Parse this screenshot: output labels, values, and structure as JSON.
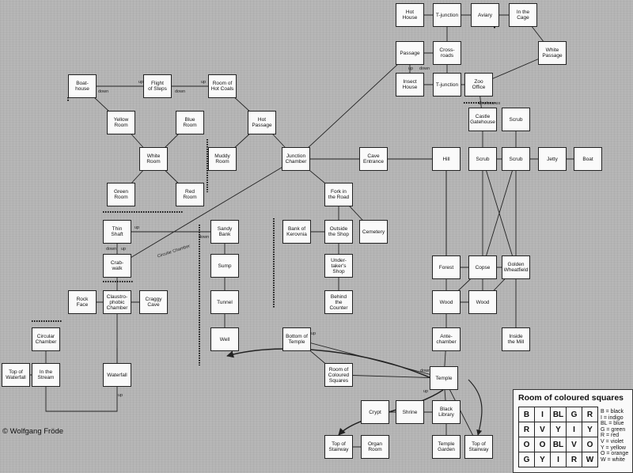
{
  "rooms": [
    {
      "id": "hot-house",
      "label": "Hot\nHouse"
    },
    {
      "id": "t-junction-top",
      "label": "T-junction"
    },
    {
      "id": "aviary",
      "label": "Aviary"
    },
    {
      "id": "in-the-cage",
      "label": "In the\nCage"
    },
    {
      "id": "passage",
      "label": "Passage"
    },
    {
      "id": "crossroads",
      "label": "Cross-\nroads"
    },
    {
      "id": "white-passage",
      "label": "White\nPassage"
    },
    {
      "id": "insect-house",
      "label": "Insect\nHouse"
    },
    {
      "id": "t-junction-mid",
      "label": "T-junction"
    },
    {
      "id": "zoo-office",
      "label": "Zoo\nOffice"
    },
    {
      "id": "boathouse",
      "label": "Boat-\nhouse"
    },
    {
      "id": "flight-of-steps",
      "label": "Flight\nof Steps"
    },
    {
      "id": "room-of-hot-coals",
      "label": "Room of\nHot Coals"
    },
    {
      "id": "yellow-room",
      "label": "Yellow\nRoom"
    },
    {
      "id": "blue-room",
      "label": "Blue\nRoom"
    },
    {
      "id": "hot-passage",
      "label": "Hot\nPassage"
    },
    {
      "id": "castle-gatehouse",
      "label": "Castle\nGatehouse"
    },
    {
      "id": "scrub-top",
      "label": "Scrub"
    },
    {
      "id": "white-room",
      "label": "White\nRoom"
    },
    {
      "id": "muddy-room",
      "label": "Muddy\nRoom"
    },
    {
      "id": "junction-chamber",
      "label": "Junction\nChamber"
    },
    {
      "id": "cave-entrance",
      "label": "Cave\nEntrance"
    },
    {
      "id": "hill",
      "label": "Hill"
    },
    {
      "id": "scrub-1",
      "label": "Scrub"
    },
    {
      "id": "scrub-2",
      "label": "Scrub"
    },
    {
      "id": "jetty",
      "label": "Jetty"
    },
    {
      "id": "boat",
      "label": "Boat"
    },
    {
      "id": "green-room",
      "label": "Green\nRoom"
    },
    {
      "id": "red-room",
      "label": "Red\nRoom"
    },
    {
      "id": "fork-in-the-road",
      "label": "Fork in\nthe Road"
    },
    {
      "id": "thin-shaft",
      "label": "Thin\nShaft"
    },
    {
      "id": "sandy-bank",
      "label": "Sandy\nBank"
    },
    {
      "id": "bank-of-kerovnia",
      "label": "Bank of\nKerovnia"
    },
    {
      "id": "outside-the-shop",
      "label": "Outside\nthe Shop"
    },
    {
      "id": "cemetery",
      "label": "Cemetery"
    },
    {
      "id": "crab-walk",
      "label": "Crab-\nwalk"
    },
    {
      "id": "sump",
      "label": "Sump"
    },
    {
      "id": "undertakers-shop",
      "label": "Under-\ntaker's\nShop"
    },
    {
      "id": "forest",
      "label": "Forest"
    },
    {
      "id": "copse",
      "label": "Copse"
    },
    {
      "id": "golden-wheatfield",
      "label": "Golden\nWheatfield"
    },
    {
      "id": "rock-face",
      "label": "Rock\nFace"
    },
    {
      "id": "claustrophobic-chamber",
      "label": "Claustro-\nphobic\nChamber"
    },
    {
      "id": "craggy-cave",
      "label": "Craggy\nCave"
    },
    {
      "id": "tunnel",
      "label": "Tunnel"
    },
    {
      "id": "behind-the-counter",
      "label": "Behind\nthe\nCounter"
    },
    {
      "id": "wood-1",
      "label": "Wood"
    },
    {
      "id": "wood-2",
      "label": "Wood"
    },
    {
      "id": "circular-chamber",
      "label": "Circular\nChamber"
    },
    {
      "id": "well",
      "label": "Well"
    },
    {
      "id": "bottom-of-temple",
      "label": "Bottom of\nTemple"
    },
    {
      "id": "antechamber",
      "label": "Ante-\nchamber"
    },
    {
      "id": "inside-the-mill",
      "label": "Inside\nthe Mill"
    },
    {
      "id": "top-of-waterfall",
      "label": "Top of\nWaterfall"
    },
    {
      "id": "in-the-stream",
      "label": "In the\nStream"
    },
    {
      "id": "waterfall",
      "label": "Waterfall"
    },
    {
      "id": "room-of-coloured-squares",
      "label": "Room of\nColoured\nSquares"
    },
    {
      "id": "temple",
      "label": "Temple"
    },
    {
      "id": "crypt",
      "label": "Crypt"
    },
    {
      "id": "shrine",
      "label": "Shrine"
    },
    {
      "id": "black-library",
      "label": "Black\nLibrary"
    },
    {
      "id": "top-of-stairway-1",
      "label": "Top of\nStairway"
    },
    {
      "id": "organ-room",
      "label": "Organ\nRoom"
    },
    {
      "id": "temple-garden",
      "label": "Temple\nGarden"
    },
    {
      "id": "top-of-stairway-2",
      "label": "Top of\nStairway"
    }
  ],
  "connection_labels": [
    {
      "id": "up-boathouse",
      "text": "up"
    },
    {
      "id": "down-boathouse",
      "text": "down"
    },
    {
      "id": "up-steps",
      "text": "up"
    },
    {
      "id": "down-steps",
      "text": "down"
    },
    {
      "id": "up-thin-shaft",
      "text": "up"
    },
    {
      "id": "down-thin-shaft",
      "text": "down"
    },
    {
      "id": "down-sandy",
      "text": "down"
    },
    {
      "id": "up-crab",
      "text": "up"
    },
    {
      "id": "circular-chamber-path",
      "text": "Circular Chamber"
    },
    {
      "id": "up-temple",
      "text": "up"
    },
    {
      "id": "down-temple",
      "text": "down"
    },
    {
      "id": "up-temple-2",
      "text": "up"
    },
    {
      "id": "down-passage",
      "text": "down"
    },
    {
      "id": "up-passage",
      "text": "up"
    },
    {
      "id": "enclosures",
      "text": "Enclosures"
    },
    {
      "id": "up-waterfall",
      "text": "up"
    }
  ],
  "legend": {
    "title": "Room of coloured squares",
    "grid": [
      [
        "B",
        "I",
        "BL",
        "G",
        "R"
      ],
      [
        "R",
        "V",
        "Y",
        "I",
        "Y"
      ],
      [
        "O",
        "O",
        "BL",
        "V",
        "O"
      ],
      [
        "G",
        "Y",
        "I",
        "R",
        "W"
      ]
    ],
    "keys": [
      "B = black",
      "I = indigo",
      "BL = blue",
      "G = green",
      "R = red",
      "V = violet",
      "Y = yellow",
      "O = orange",
      "W = white"
    ]
  },
  "copyright": "© Wolfgang Fröde"
}
